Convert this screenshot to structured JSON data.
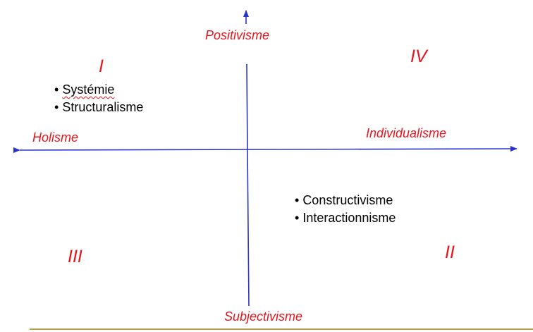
{
  "axes": {
    "top": "Positivisme",
    "bottom": "Subjectivisme",
    "left": "Holisme",
    "right": "Individualisme"
  },
  "quadrants": {
    "q1": "I",
    "q2": "II",
    "q3": "III",
    "q4": "IV"
  },
  "lists": {
    "top_left": [
      "Systémie",
      "Structuralisme"
    ],
    "bottom_right": [
      "Constructivisme",
      "Interactionnisme"
    ]
  },
  "colors": {
    "axis_line": "#2a35c9",
    "label_red": "#e8141c",
    "footer_rule": "#b8a14a"
  }
}
